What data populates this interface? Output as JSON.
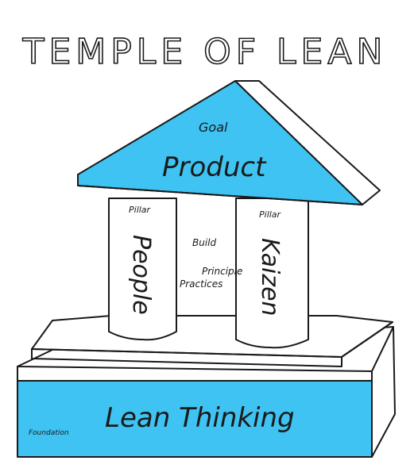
{
  "title": "TEMPLE OF LEAN",
  "roof": {
    "small_label": "Goal",
    "main_label": "Product"
  },
  "pillars": [
    {
      "tag": "Pillar",
      "label": "People"
    },
    {
      "tag": "Pillar",
      "label": "Kaizen"
    }
  ],
  "center": {
    "line1": "Build",
    "line2": "Principle",
    "line3": "Practices"
  },
  "foundation": {
    "small_label": "Foundation",
    "main_label": "Lean Thinking"
  },
  "colors": {
    "blue": "#3fc3f2",
    "ink": "#1a1a1a",
    "background": "#ffffff"
  }
}
